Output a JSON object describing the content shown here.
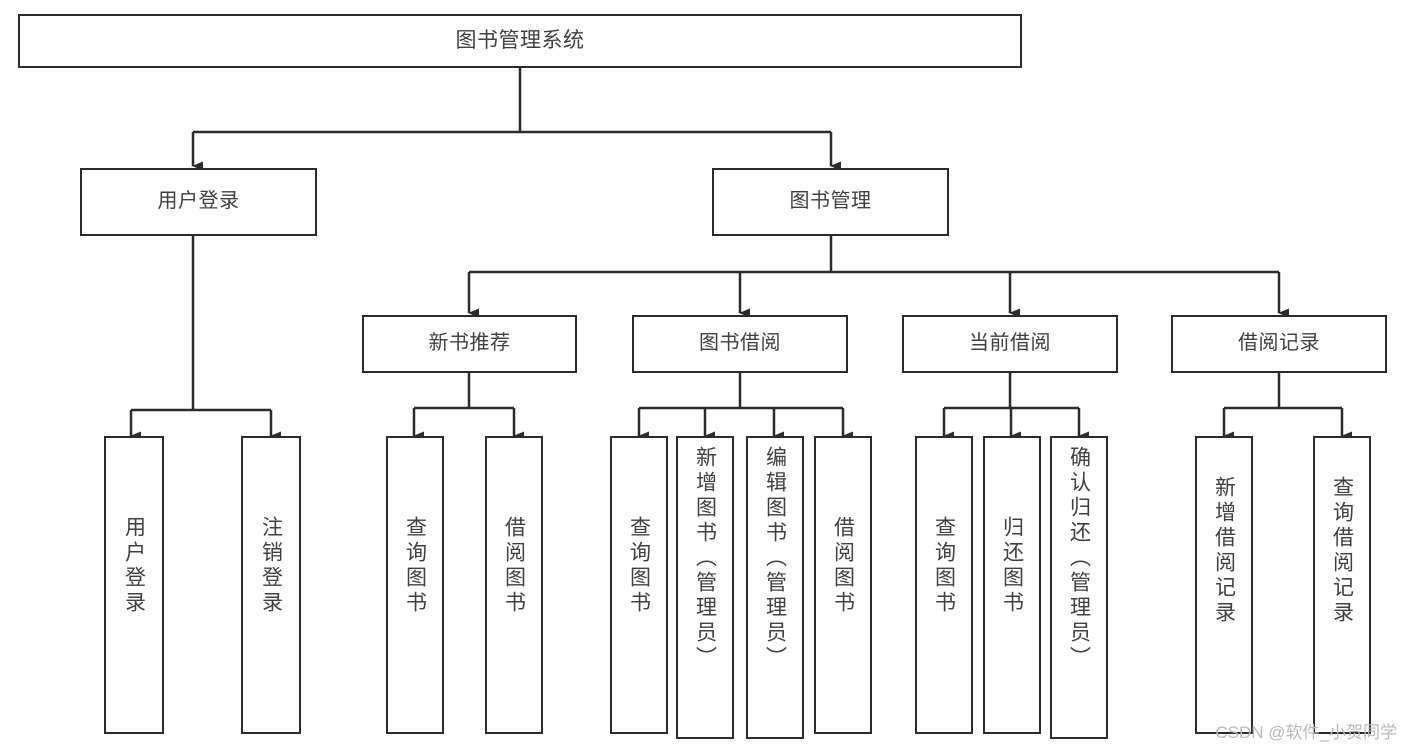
{
  "diagram": {
    "title": "图书管理系统",
    "type": "tree",
    "watermark": "CSDN @软件_小贺同学",
    "stroke_color": "#2b2b2b",
    "text_color": "#404040",
    "background": "#ffffff"
  },
  "root": {
    "label": "图书管理系统"
  },
  "level2": [
    {
      "label": "用户登录"
    },
    {
      "label": "图书管理"
    }
  ],
  "level3": [
    {
      "label": "新书推荐"
    },
    {
      "label": "图书借阅"
    },
    {
      "label": "当前借阅"
    },
    {
      "label": "借阅记录"
    }
  ],
  "leaves": {
    "user_login": [
      {
        "label": "用户登录"
      },
      {
        "label": "注销登录"
      }
    ],
    "new_book": [
      {
        "label": "查询图书"
      },
      {
        "label": "借阅图书"
      }
    ],
    "book_borrow": [
      {
        "label": "查询图书"
      },
      {
        "label": "新增图书（管理员）"
      },
      {
        "label": "编辑图书（管理员）"
      },
      {
        "label": "借阅图书"
      }
    ],
    "current_borrow": [
      {
        "label": "查询图书"
      },
      {
        "label": "归还图书"
      },
      {
        "label": "确认归还（管理员）"
      }
    ],
    "borrow_record": [
      {
        "label": "新增借阅记录"
      },
      {
        "label": "查询借阅记录"
      }
    ]
  }
}
